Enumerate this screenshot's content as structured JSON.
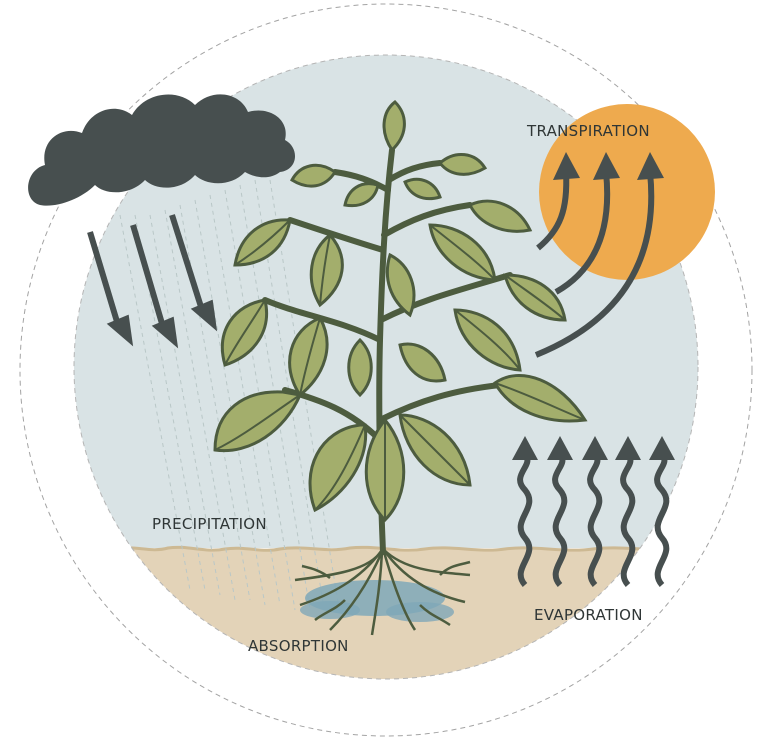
{
  "labels": {
    "transpiration": "TRANSPIRATION",
    "precipitation": "PRECIPITATION",
    "absorption": "ABSORPTION",
    "evaporation": "EVAPORATION"
  },
  "colors": {
    "sky": "#d9e3e5",
    "soil": "#e3d3b8",
    "soil_line": "#d6c39e",
    "cloud": "#474f4f",
    "arrow": "#474f4f",
    "sun": "#eeaa4e",
    "leaf": "#a3ae6c",
    "stem": "#4d5c3f",
    "water": "#7fa8b8",
    "dashed_ring": "#9a9a9a"
  }
}
